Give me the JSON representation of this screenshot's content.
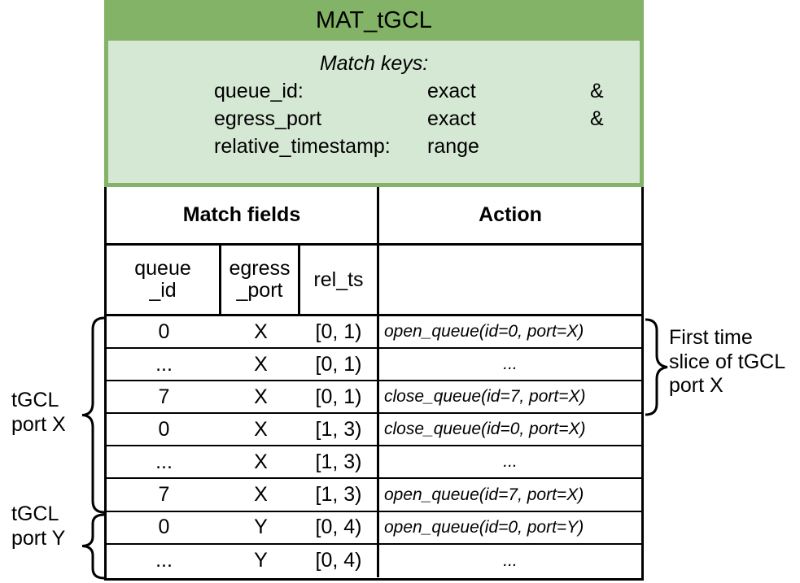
{
  "table_name": "MAT_tGCL",
  "match_keys": {
    "title": "Match keys:",
    "entries": [
      {
        "name": "queue_id:",
        "type": "exact",
        "conj": "&"
      },
      {
        "name": "egress_port",
        "type": "exact",
        "conj": "&"
      },
      {
        "name": "relative_timestamp:",
        "type": "range",
        "conj": ""
      }
    ]
  },
  "headers": {
    "match_fields": "Match fields",
    "action": "Action",
    "queue_id_line1": "queue",
    "queue_id_line2": "_id",
    "egress_port_line1": "egress",
    "egress_port_line2": "_port",
    "rel_ts": "rel_ts"
  },
  "rows": [
    {
      "queue_id": "0",
      "egress_port": "X",
      "rel_ts": "[0, 1)",
      "action": "open_queue(id=0, port=X)",
      "action_is_ellipsis": false
    },
    {
      "queue_id": "...",
      "egress_port": "X",
      "rel_ts": "[0, 1)",
      "action": "...",
      "action_is_ellipsis": true
    },
    {
      "queue_id": "7",
      "egress_port": "X",
      "rel_ts": "[0, 1)",
      "action": "close_queue(id=7, port=X)",
      "action_is_ellipsis": false
    },
    {
      "queue_id": "0",
      "egress_port": "X",
      "rel_ts": "[1, 3)",
      "action": "close_queue(id=0, port=X)",
      "action_is_ellipsis": false
    },
    {
      "queue_id": "...",
      "egress_port": "X",
      "rel_ts": "[1, 3)",
      "action": "...",
      "action_is_ellipsis": true
    },
    {
      "queue_id": "7",
      "egress_port": "X",
      "rel_ts": "[1, 3)",
      "action": "open_queue(id=7, port=X)",
      "action_is_ellipsis": false
    },
    {
      "queue_id": "0",
      "egress_port": "Y",
      "rel_ts": "[0, 4)",
      "action": "open_queue(id=0, port=Y)",
      "action_is_ellipsis": false
    },
    {
      "queue_id": "...",
      "egress_port": "Y",
      "rel_ts": "[0, 4)",
      "action": "...",
      "action_is_ellipsis": true
    }
  ],
  "annotations": {
    "left_top_line1": "tGCL",
    "left_top_line2": "port X",
    "left_bottom_line1": "tGCL",
    "left_bottom_line2": "port Y",
    "right_line1": "First time",
    "right_line2": "slice of tGCL",
    "right_line3": "port X"
  },
  "colors": {
    "header_green": "#82b366",
    "body_green": "#d5e8d4",
    "border": "#000000",
    "background": "#ffffff"
  }
}
